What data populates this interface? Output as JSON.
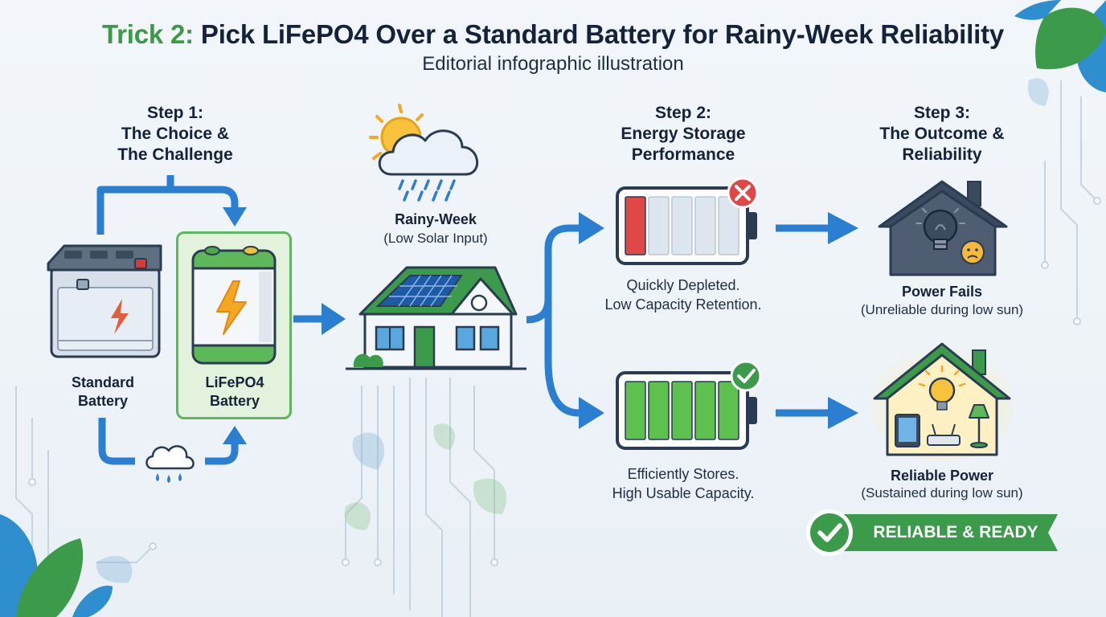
{
  "title": {
    "prefix": "Trick 2:",
    "main": "Pick LiFePO4 Over a Standard Battery for Rainy-Week Reliability"
  },
  "subtitle": "Editorial infographic illustration",
  "colors": {
    "brand_green": "#3a9a45",
    "arrow_blue": "#2b7fd0",
    "fail_red": "#e04848",
    "dark_navy": "#14233b"
  },
  "step1": {
    "heading": [
      "Step 1:",
      "The Choice &",
      "The Challenge"
    ],
    "standard_label": [
      "Standard",
      "Battery"
    ],
    "lifepo4_label": [
      "LiFePO4",
      "Battery"
    ]
  },
  "weather": {
    "title": "Rainy-Week",
    "subtitle": "(Low Solar Input)",
    "icon": "sun-rain-cloud-icon"
  },
  "step2": {
    "heading": [
      "Step 2:",
      "Energy Storage",
      "Performance"
    ],
    "bad_desc": [
      "Quickly Depleted.",
      "Low Capacity Retention."
    ],
    "good_desc": [
      "Efficiently Stores.",
      "High Usable Capacity."
    ],
    "bad_level": 0.15,
    "good_level": 1.0
  },
  "step3": {
    "heading": [
      "Step 3:",
      "The Outcome &",
      "Reliability"
    ],
    "fail_title": "Power Fails",
    "fail_sub": "(Unreliable during low sun)",
    "good_title": "Reliable Power",
    "good_sub": "(Sustained during low sun)"
  },
  "badge": {
    "text": "RELIABLE & READY",
    "icon": "check-circle-icon"
  }
}
